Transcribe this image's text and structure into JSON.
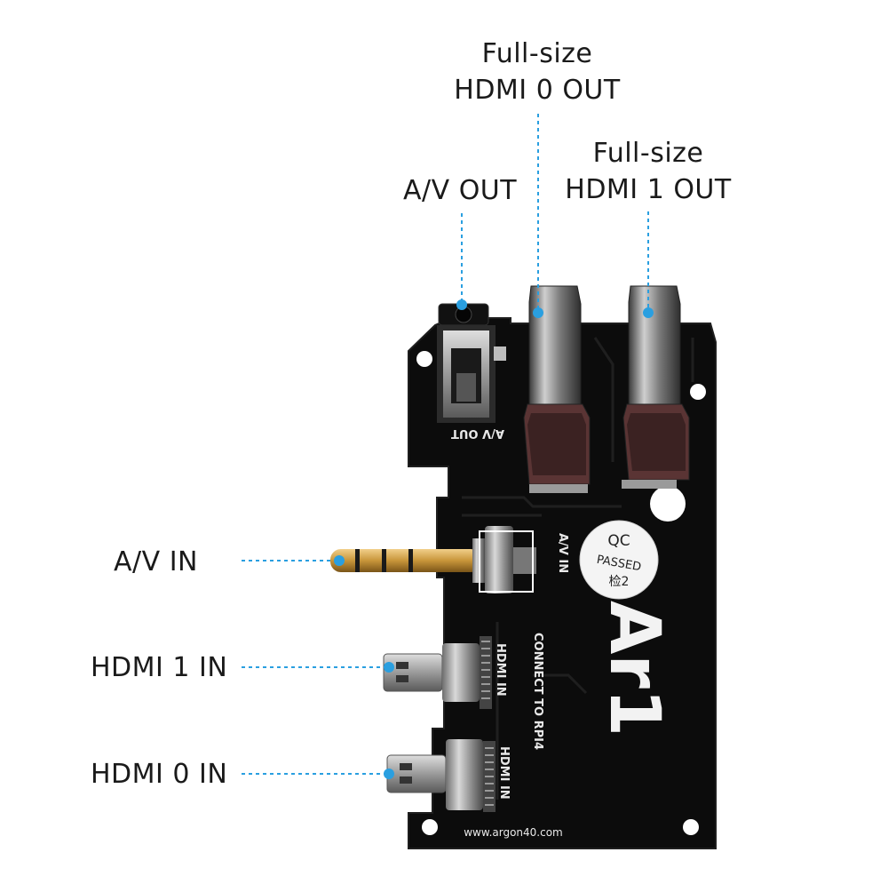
{
  "colors": {
    "leader": "#2a9fe0",
    "pcb": "#0d0d0d",
    "label_text": "#1a1a1a",
    "silkscreen": "#e8e8e8",
    "metal": "#9a9a9a",
    "gold": "#c8963a"
  },
  "callouts": {
    "hdmi0_out": {
      "line1": "Full-size",
      "line2": "HDMI 0 OUT"
    },
    "hdmi1_out": {
      "line1": "Full-size",
      "line2": "HDMI 1 OUT"
    },
    "av_out": {
      "label": "A/V OUT"
    },
    "av_in": {
      "label": "A/V IN"
    },
    "hdmi1_in": {
      "label": "HDMI 1 IN"
    },
    "hdmi0_in": {
      "label": "HDMI 0 IN"
    }
  },
  "board": {
    "silk_av_out": "A/V OUT",
    "silk_av_in": "A/V IN",
    "silk_connect": "CONNECT TO RPI4",
    "silk_hdmi_in_a": "HDMI IN",
    "silk_hdmi_in_b": "HDMI IN",
    "qc_line1": "QC",
    "qc_line2": "PASSED",
    "qc_line3": "检2",
    "logo": "Ar1",
    "website": "www.argon40.com"
  }
}
